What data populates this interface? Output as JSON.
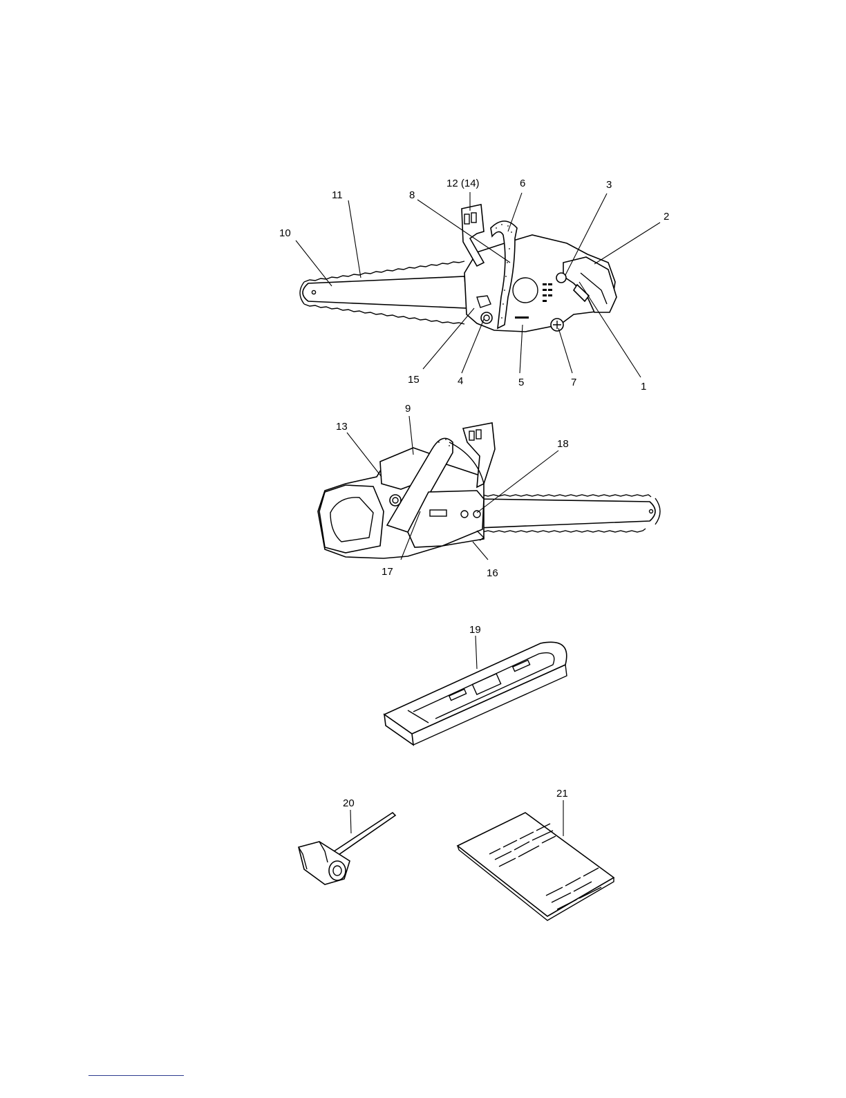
{
  "figure": {
    "labels": {
      "l1": "1",
      "l2": "2",
      "l3": "3",
      "l4": "4",
      "l5": "5",
      "l6": "6",
      "l7": "7",
      "l8": "8",
      "l9": "9",
      "l10": "10",
      "l11": "11",
      "l12": "12 (14)",
      "l13": "13",
      "l15": "15",
      "l16": "16",
      "l17": "17",
      "l18": "18",
      "l19": "19",
      "l20": "20",
      "l21": "21"
    }
  },
  "colors": {
    "ink": "#000000",
    "footer_rule": "#2b3a8f"
  }
}
